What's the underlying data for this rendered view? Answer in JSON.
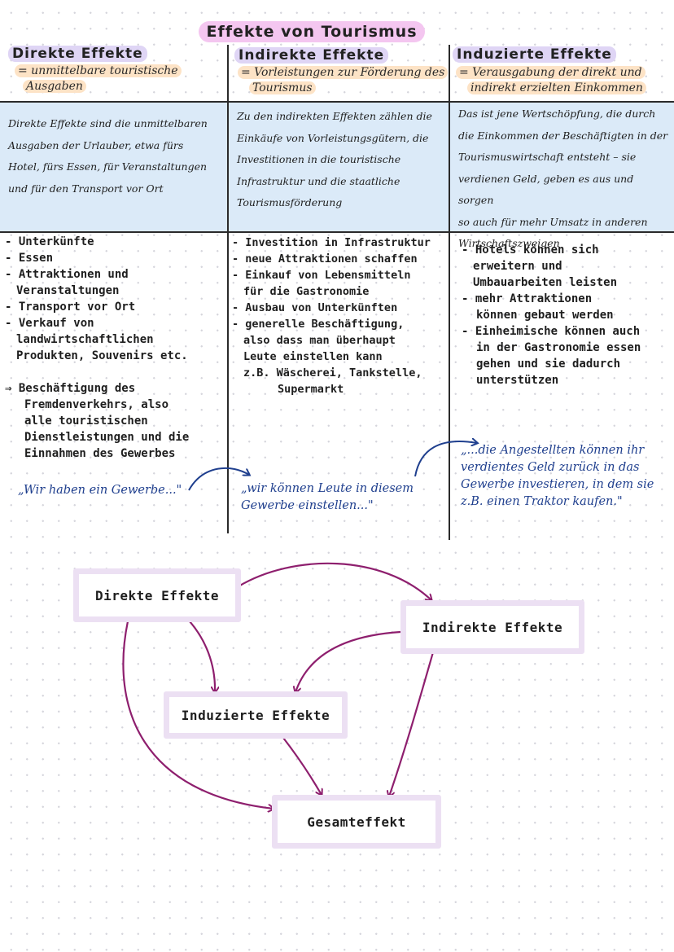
{
  "title": "Effekte von Tourismus",
  "columns": [
    {
      "heading": "Direkte Effekte",
      "subtitle_lines": [
        "= unmittelbare touristische",
        "Ausgaben"
      ],
      "description_lines": [
        "Direkte Effekte sind die unmittelbaren",
        "Ausgaben der Urlauber, etwa fürs",
        "Hotel, fürs Essen, für Veranstaltungen",
        "und für den Transport vor Ort"
      ],
      "list_lines": [
        "- Unterkünfte",
        "- Essen",
        "- Attraktionen und",
        "  Veranstaltungen",
        "- Transport vor Ort",
        "- Verkauf von",
        "  landwirtschaftlichen",
        "  Produkten, Souvenirs etc.",
        "",
        "⇒ Beschäftigung des",
        "  Fremdenverkehrs, also",
        "  alle touristischen",
        "  Dienstleistungen und die",
        "  Einnahmen des Gewerbes"
      ],
      "quote_lines": [
        "„Wir haben ein Gewerbe...\""
      ]
    },
    {
      "heading": "Indirekte Effekte",
      "subtitle_lines": [
        "= Vorleistungen zur Förderung des",
        "Tourismus"
      ],
      "description_lines": [
        "Zu den indirekten Effekten zählen die",
        "Einkäufe von Vorleistungsgütern, die",
        "Investitionen in die touristische",
        "Infrastruktur und die staatliche",
        "Tourismusförderung"
      ],
      "list_lines": [
        "- Investition in Infrastruktur",
        "- neue Attraktionen schaffen",
        "- Einkauf von Lebensmitteln",
        "  für die Gastronomie",
        "- Ausbau von Unterkünften",
        "- generelle Beschäftigung,",
        "  also dass man überhaupt",
        "  Leute einstellen kann",
        "  z.B. Wäscherei, Tankstelle,",
        "       Supermarkt"
      ],
      "quote_lines": [
        "„wir können Leute in diesem",
        "Gewerbe einstellen...\""
      ]
    },
    {
      "heading": "Induzierte Effekte",
      "subtitle_lines": [
        "= Verausgabung der direkt und",
        "indirekt erzielten Einkommen"
      ],
      "description_lines": [
        "Das ist jene Wertschöpfung, die durch",
        "die Einkommen der Beschäftigten in der",
        "Tourismuswirtschaft entsteht – sie",
        "verdienen Geld, geben es aus und sorgen",
        "so auch für mehr Umsatz in anderen",
        "Wirtschaftszweigen"
      ],
      "list_lines": [
        "- Hotels können sich",
        "  erweitern und",
        "  Umbauarbeiten leisten",
        "- mehr Attraktionen",
        "  können gebaut werden",
        "- Einheimische können auch",
        "  in der Gastronomie essen",
        "  gehen und sie dadurch",
        "  unterstützen"
      ],
      "quote_lines": [
        "„...die Angestellten können ihr",
        "verdientes Geld zurück in das",
        "Gewerbe investieren, in dem sie",
        "z.B. einen Traktor kaufen.\""
      ]
    }
  ],
  "diagram": {
    "nodes": {
      "direct": "Direkte Effekte",
      "indirect": "Indirekte Effekte",
      "induced": "Induzierte Effekte",
      "total": "Gesamteffekt"
    }
  },
  "colors": {
    "title_highlight": "#f4c6f0",
    "heading_highlight": "#dfd5f5",
    "subtitle_highlight": "#fde3c6",
    "band": "#dbeaf8",
    "quote_text": "#1f3f8e",
    "arrow_purple": "#8e1f6e",
    "arrow_blue": "#1f3f8e",
    "node_border": "#ece0f3"
  }
}
